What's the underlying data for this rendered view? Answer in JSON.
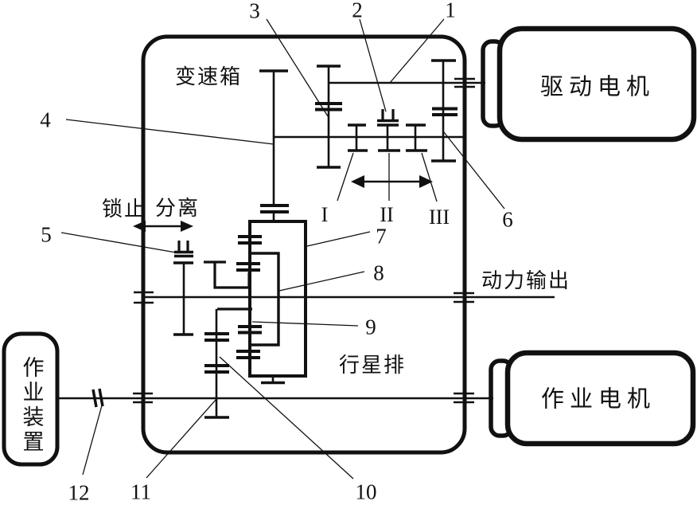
{
  "diagram_type": "transmission-kinematic-schematic",
  "colors": {
    "line": "#111111",
    "background": "#ffffff"
  },
  "gearbox": {
    "label": "变速箱",
    "lock_label": "锁止",
    "release_label": "分离",
    "planetary_label": "行星排"
  },
  "external": {
    "drive_motor_label": "驱动电机",
    "work_motor_label": "作业电机",
    "work_device_label": "作业装置",
    "power_output_label": "动力输出"
  },
  "part_labels": {
    "p1": "1",
    "p2": "2",
    "p3": "3",
    "p4": "4",
    "p5": "5",
    "p6": "6",
    "p7": "7",
    "p8": "8",
    "p9": "9",
    "p10": "10",
    "p11": "11",
    "p12": "12"
  },
  "position_labels": {
    "pos1": "I",
    "pos2": "II",
    "pos3": "III"
  }
}
